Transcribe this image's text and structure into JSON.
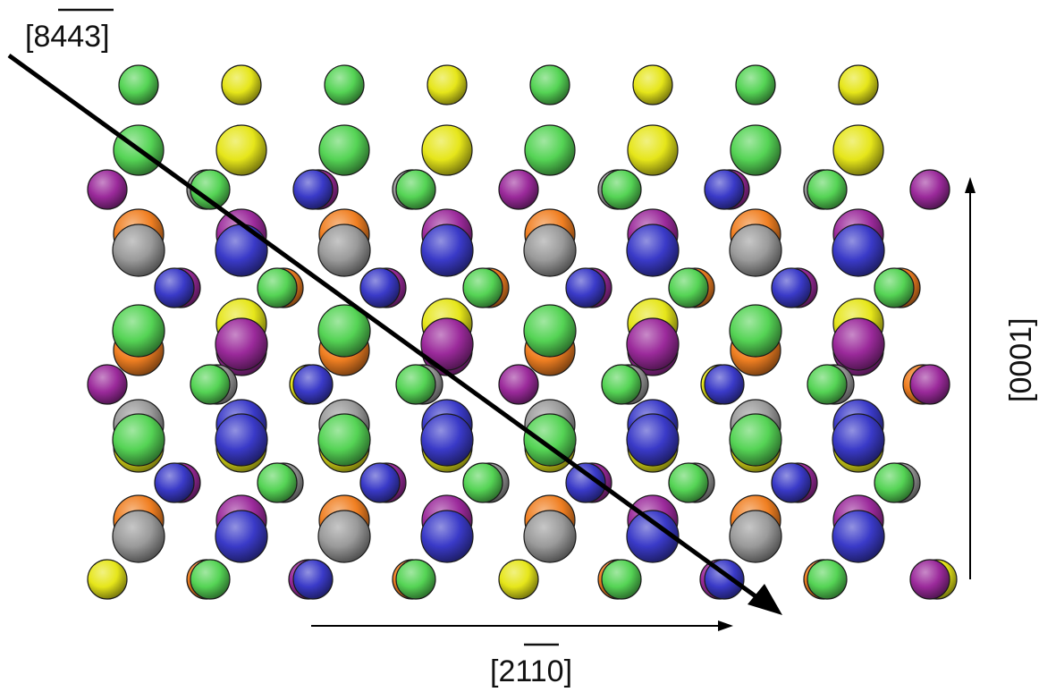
{
  "colors": {
    "green": "#55d455",
    "yellow": "#e6e61a",
    "magenta": "#9b2a9b",
    "blue": "#3a3ac8",
    "orange": "#f07f22",
    "gray": "#9a9a9a",
    "outline": "#1a1a1a",
    "arrow": "#000000"
  },
  "labels": {
    "diag_pre": "[8",
    "diag_bar": "443",
    "diag_post": "]",
    "x_pre": "[2",
    "x_bar": "11",
    "x_post": "0]",
    "y_label": "[0001]"
  },
  "sphere_palette": [
    "green",
    "yellow",
    "magenta",
    "blue",
    "orange",
    "gray"
  ]
}
